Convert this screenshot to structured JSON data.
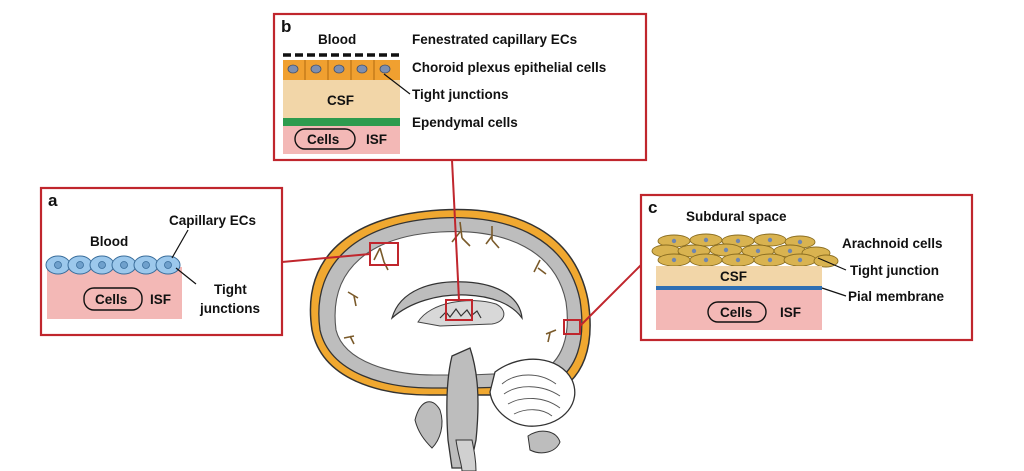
{
  "colors": {
    "frame": "#c0262d",
    "csf": "#f2d6a8",
    "isf": "#f3b8b6",
    "meninges": "#f0a830",
    "endothelial": "#9cc8ec",
    "choroid_cells": "#f0a030",
    "ependymal": "#2e9b4e",
    "arachnoid": "#d9b350",
    "pial": "#2f6fb3",
    "brain_gray": "#bdbdbd"
  },
  "panel_a": {
    "letter": "a",
    "blood": "Blood",
    "capillary": "Capillary ECs",
    "cells": "Cells",
    "isf": "ISF",
    "tight_1": "Tight",
    "tight_2": "junctions"
  },
  "panel_b": {
    "letter": "b",
    "blood": "Blood",
    "fenestrated": "Fenestrated capillary ECs",
    "choroid": "Choroid plexus epithelial cells",
    "tight": "Tight junctions",
    "csf": "CSF",
    "ependymal": "Ependymal cells",
    "cells": "Cells",
    "isf": "ISF"
  },
  "panel_c": {
    "letter": "c",
    "subdural": "Subdural space",
    "arachnoid": "Arachnoid cells",
    "tight": "Tight junction",
    "csf": "CSF",
    "pial": "Pial membrane",
    "cells": "Cells",
    "isf": "ISF"
  }
}
